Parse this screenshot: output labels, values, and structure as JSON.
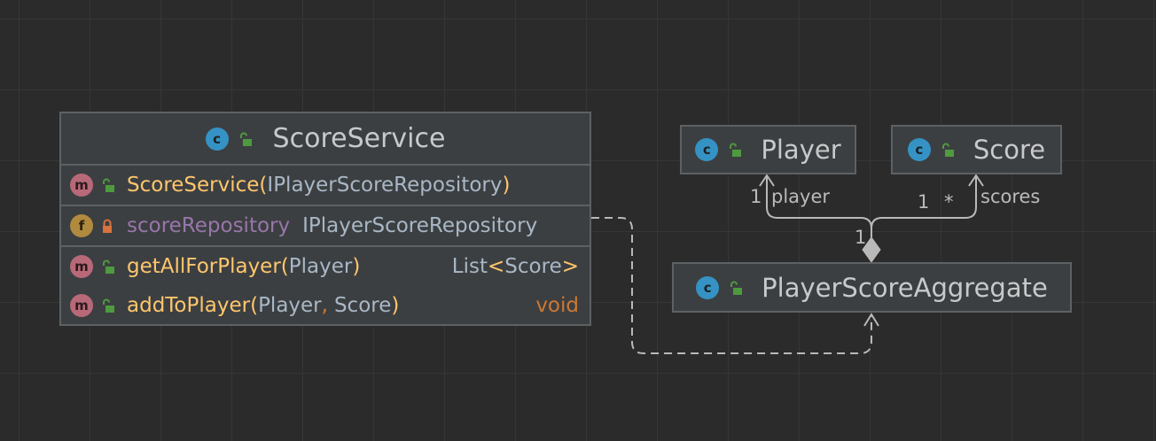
{
  "score_service": {
    "title": "ScoreService",
    "constructor": {
      "name": "ScoreService",
      "open": "(",
      "param": "IPlayerScoreRepository",
      "close": ")"
    },
    "field": {
      "name": "scoreRepository",
      "type": "IPlayerScoreRepository"
    },
    "methods": [
      {
        "name": "getAllForPlayer",
        "open": "(",
        "params": "Player",
        "close": ")",
        "ret_pre": "List",
        "ret_lt": "<",
        "ret_arg": "Score",
        "ret_gt": ">"
      },
      {
        "name": "addToPlayer",
        "open": "(",
        "param1": "Player",
        "comma": ",",
        "param2": "Score",
        "close": ")",
        "returns": "void"
      }
    ]
  },
  "player": {
    "title": "Player"
  },
  "score": {
    "title": "Score"
  },
  "aggregate": {
    "title": "PlayerScoreAggregate"
  },
  "associations": {
    "player": {
      "multiplicity": "1",
      "role": "player"
    },
    "scores": {
      "multiplicity": "1",
      "star": "*",
      "role": "scores"
    },
    "aggregate_end": "1"
  },
  "badges": {
    "class": "c",
    "method": "m",
    "field": "f"
  },
  "colors": {
    "background": "#2b2b2b",
    "grid": "#363636",
    "node_bg": "#3c3f41",
    "node_border": "#5e6163",
    "method": "#ffc66d",
    "field": "#9876aa",
    "keyword": "#cc7832",
    "class_badge": "#3592c4",
    "method_badge": "#b76978",
    "field_badge": "#b08a3e",
    "public_lock": "#4e9a3f",
    "private_lock": "#d6733e"
  },
  "icons": [
    "class-icon",
    "method-icon",
    "field-icon",
    "public-lock-icon",
    "private-lock-icon"
  ]
}
